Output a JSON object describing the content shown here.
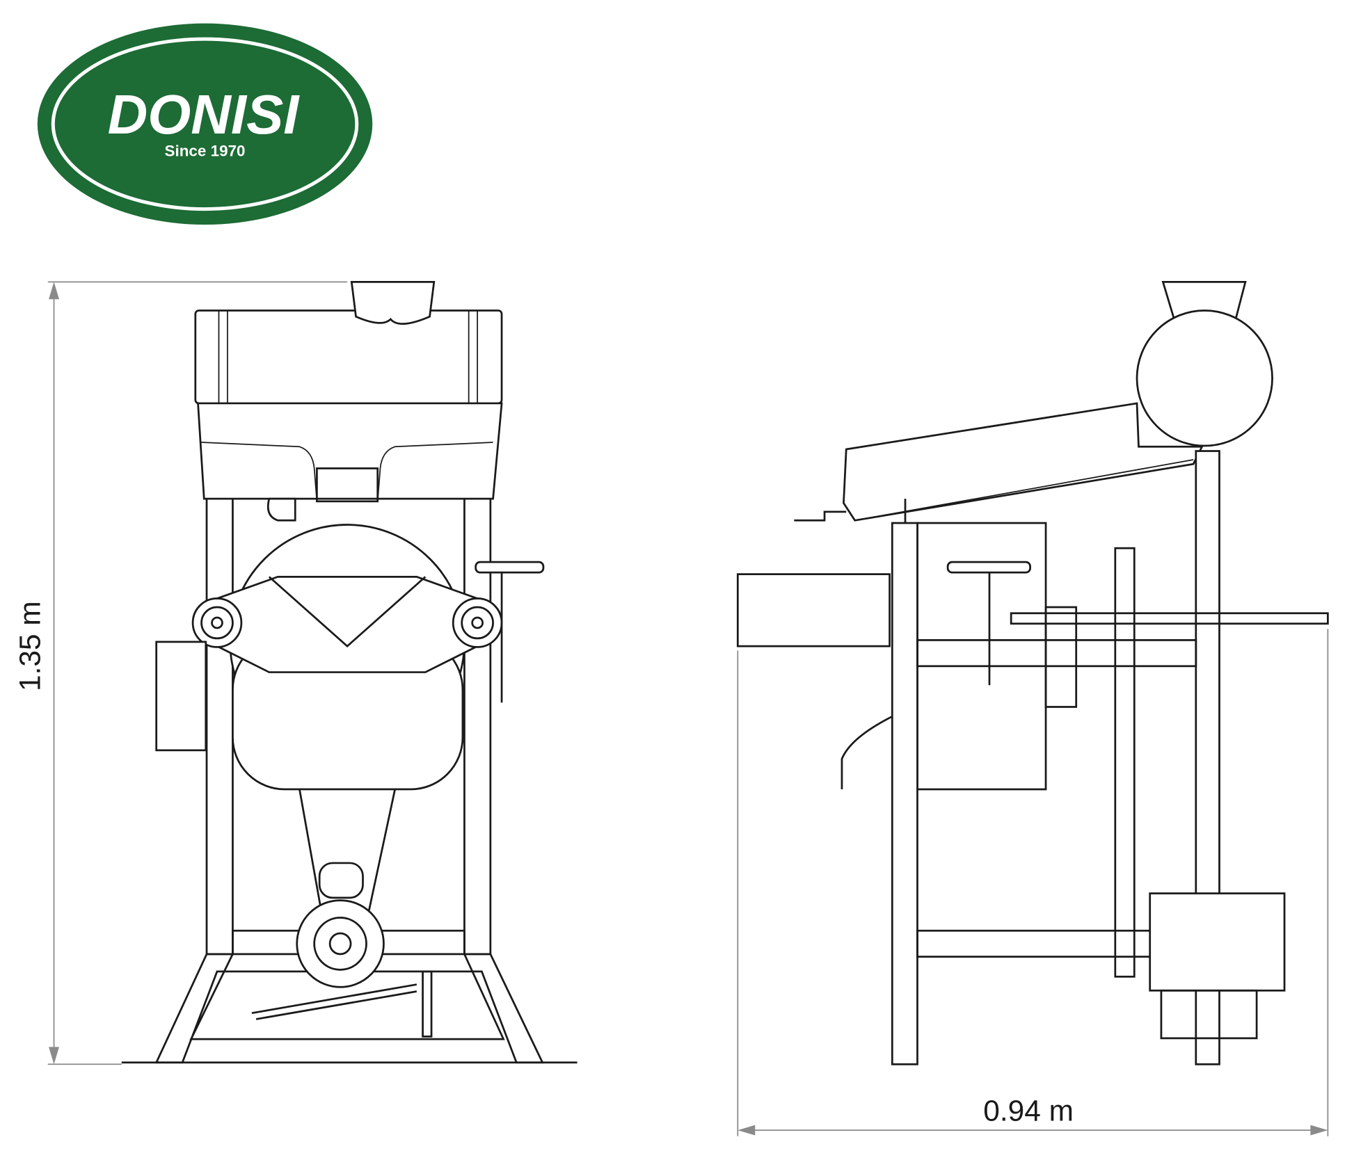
{
  "logo": {
    "brand": "DONISI",
    "tagline": "Since 1970",
    "color": "#1d6b35"
  },
  "dimensions": {
    "height_label": "1.35 m",
    "width_label": "0.94 m"
  }
}
